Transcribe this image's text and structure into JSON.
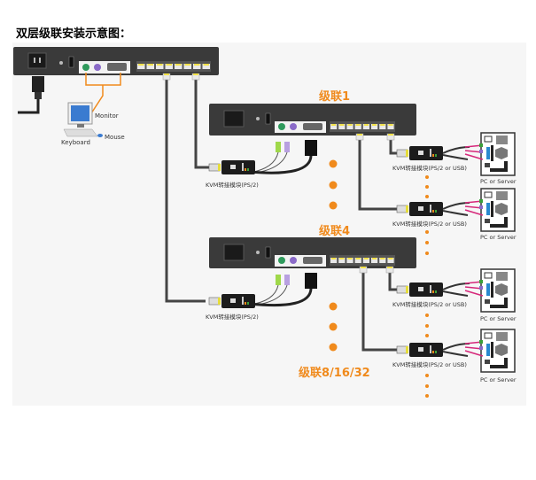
{
  "title": "双层级联安装示意图：",
  "tiers": {
    "tier1": "级联1",
    "tier4": "级联4",
    "tier_last": "级联8/16/32"
  },
  "labels": {
    "monitor": "Monitor",
    "keyboard": "Keyboard",
    "mouse": "Mouse",
    "kvm_ps2": "KVM转接模块(PS/2)",
    "kvm_ps2_usb": "KVM转接模块(PS/2 or USB)",
    "pc_server": "PC or Server"
  },
  "colors": {
    "accent": "#f08a1c",
    "device": "#3a3a3a",
    "cable": "#444444",
    "panel_bg": "#f6f6f6"
  }
}
